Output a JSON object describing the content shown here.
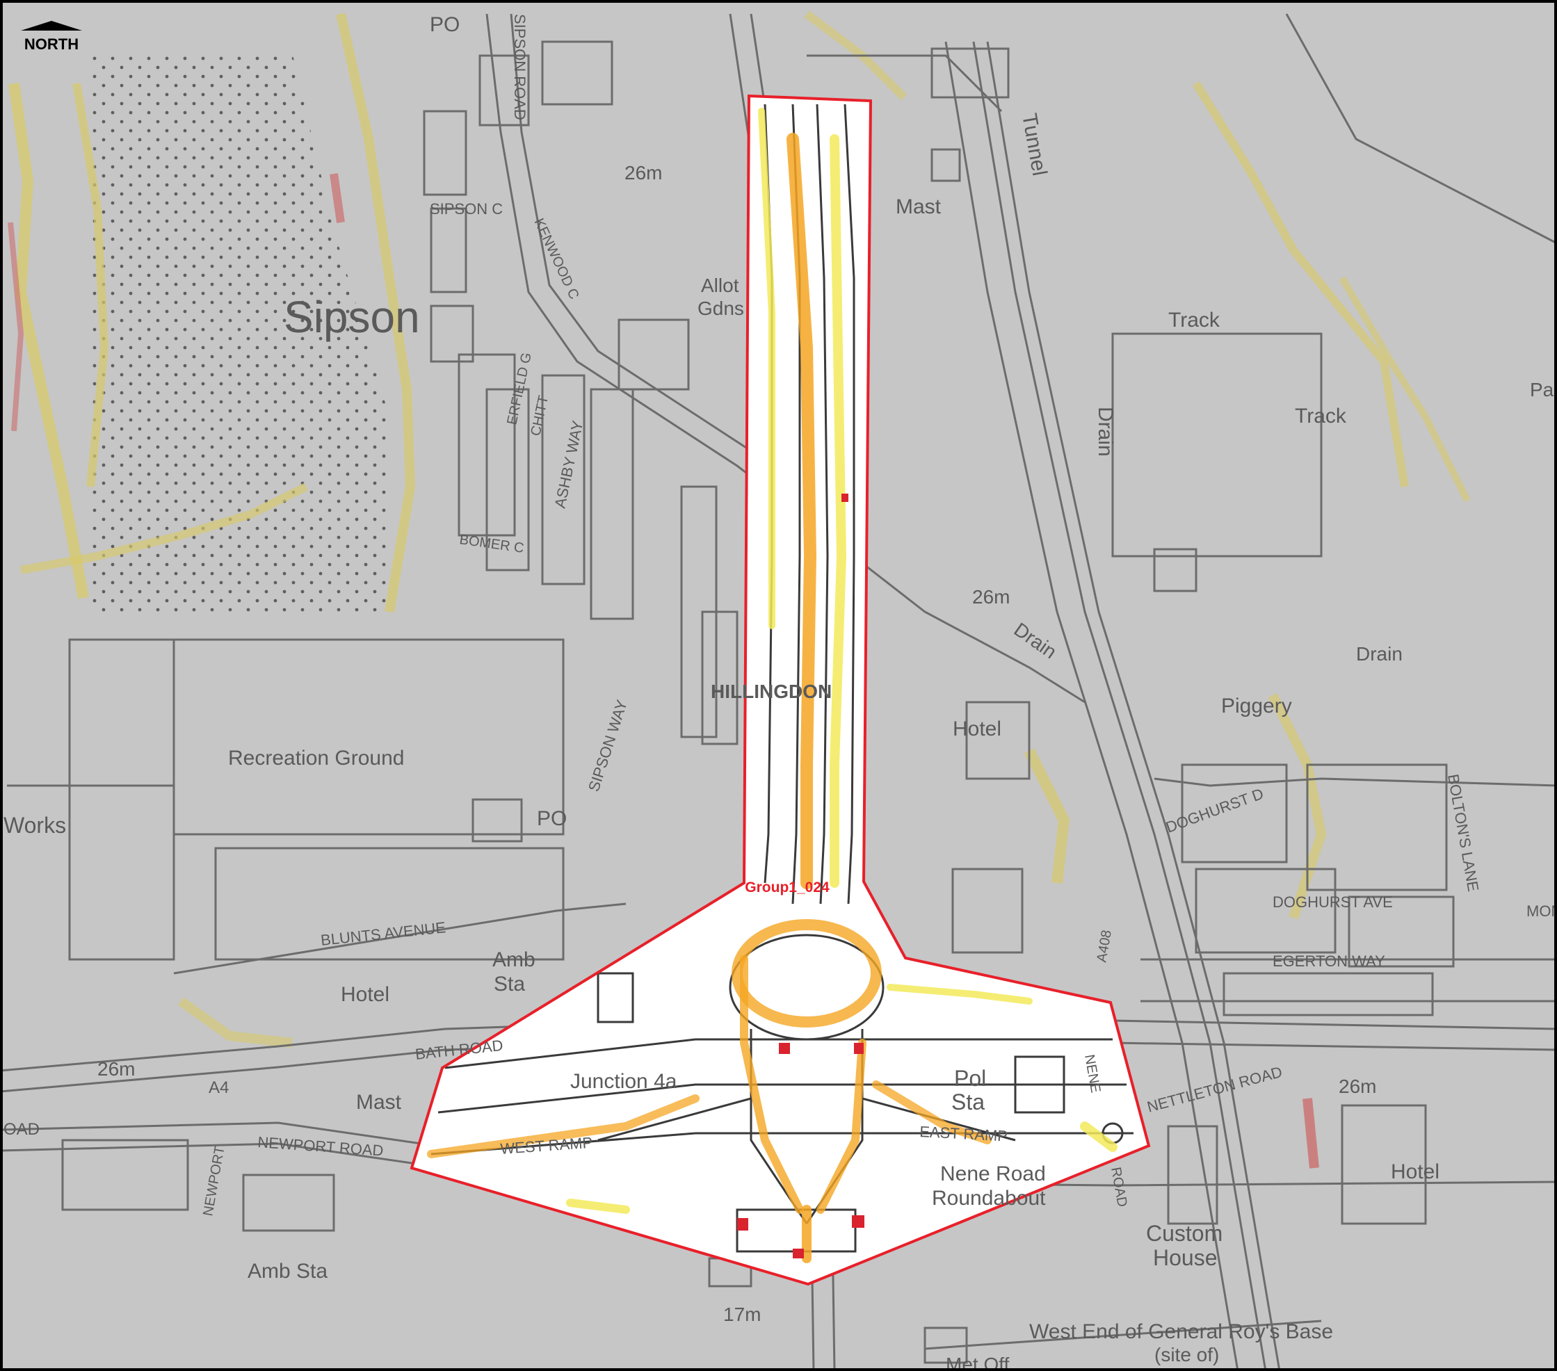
{
  "north": {
    "label": "NORTH"
  },
  "site": {
    "label": "Group1_024"
  },
  "places": {
    "sipson": "Sipson",
    "hillingdon": "HILLINGDON",
    "recreation": "Recreation Ground",
    "works": "Works",
    "allot1": "Allot",
    "allot2": "Gdns",
    "junction": "Junction 4a",
    "nene1": "Nene Road",
    "nene2": "Roundabout",
    "custom1": "Custom",
    "custom2": "House",
    "westend1": "West End of General Roy's Base",
    "westend2": "(site of)",
    "metoff": "Met Off",
    "piggery": "Piggery",
    "hotel_a": "Hotel",
    "hotel_b": "Hotel",
    "hotel_c": "Hotel",
    "mast_a": "Mast",
    "mast_b": "Mast",
    "po_a": "PO",
    "po_b": "PO",
    "amb1": "Amb",
    "amb2": "Sta",
    "ambsta": "Amb Sta",
    "pol1": "Pol",
    "pol2": "Sta",
    "track_a": "Track",
    "track_b": "Track",
    "tunnel": "Tunnel",
    "drain_a": "Drain",
    "drain_b": "Drain",
    "drain_c": "Drain",
    "a4": "A4",
    "a408": "A408",
    "pa": "Pa",
    "mond": "MOND",
    "oad": "OAD"
  },
  "heights": {
    "h1": "26m",
    "h2": "26m",
    "h3": "26m",
    "h4": "26m",
    "h5": "17m"
  },
  "streets": {
    "sipson_road": "SIPSON ROAD",
    "sipson_c": "SIPSON C",
    "kenwood": "KENWOOD C",
    "erfield": "ERFIELD G",
    "chitt": "CHITT",
    "ashby": "ASHBY WAY",
    "bomer": "BOMER C",
    "sipson_way": "SIPSON WAY",
    "blunts": "BLUNTS AVENUE",
    "bath": "BATH ROAD",
    "newport_road": "NEWPORT ROAD",
    "newport": "NEWPORT",
    "west_ramp": "WEST RAMP",
    "east_ramp": "EAST RAMP",
    "nene_v": "NENE",
    "road_v": "ROAD",
    "nettleton": "NETTLETON ROAD",
    "doghurst_d": "DOGHURST D",
    "doghurst_ave": "DOGHURST AVE",
    "egerton": "EGERTON WAY",
    "boltons": "BOLTON'S LANE"
  },
  "colors": {
    "map_bg": "#c6c6c6",
    "site_boundary": "#e8202a",
    "risk_low": "#f3ea5a",
    "risk_medium": "#f5a623",
    "risk_high": "#d9232e"
  }
}
